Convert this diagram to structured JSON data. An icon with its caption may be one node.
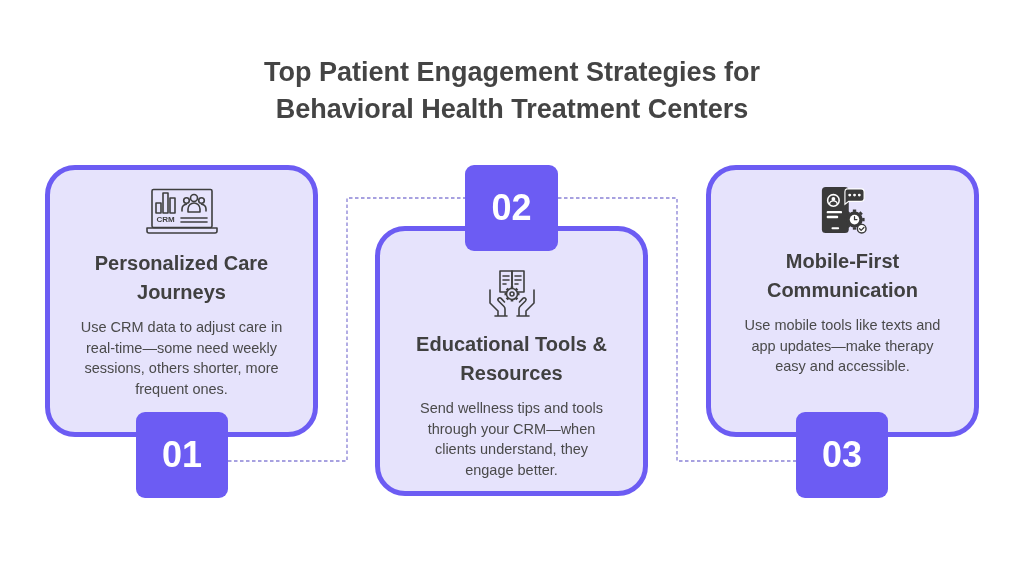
{
  "diagram": {
    "title": "Top Patient Engagement Strategies for Behavioral Health Treatment Centers",
    "nodes": [
      {
        "text": [
          "Personalized Care Journeys",
          "Use CRM data to adjust care in real-time—some need weekly sessions, others shorter, more frequent ones."
        ]
      },
      {
        "text": [
          "01"
        ]
      },
      {
        "text": [
          "02"
        ]
      },
      {
        "text": [
          "Educational Tools & Resources",
          "Send wellness tips and tools through your CRM—when clients understand, they engage better."
        ]
      },
      {
        "text": [
          "Mobile-First Communication",
          "Use mobile tools like texts and app updates—make therapy easy and accessible."
        ]
      },
      {
        "text": [
          "03"
        ]
      }
    ],
    "edges": [
      {
        "from": 1,
        "to": 2,
        "arrow": "none",
        "style": "dashed"
      },
      {
        "from": 2,
        "to": 5,
        "arrow": "none",
        "style": "dashed"
      }
    ],
    "labels": [
      "CRM"
    ]
  }
}
